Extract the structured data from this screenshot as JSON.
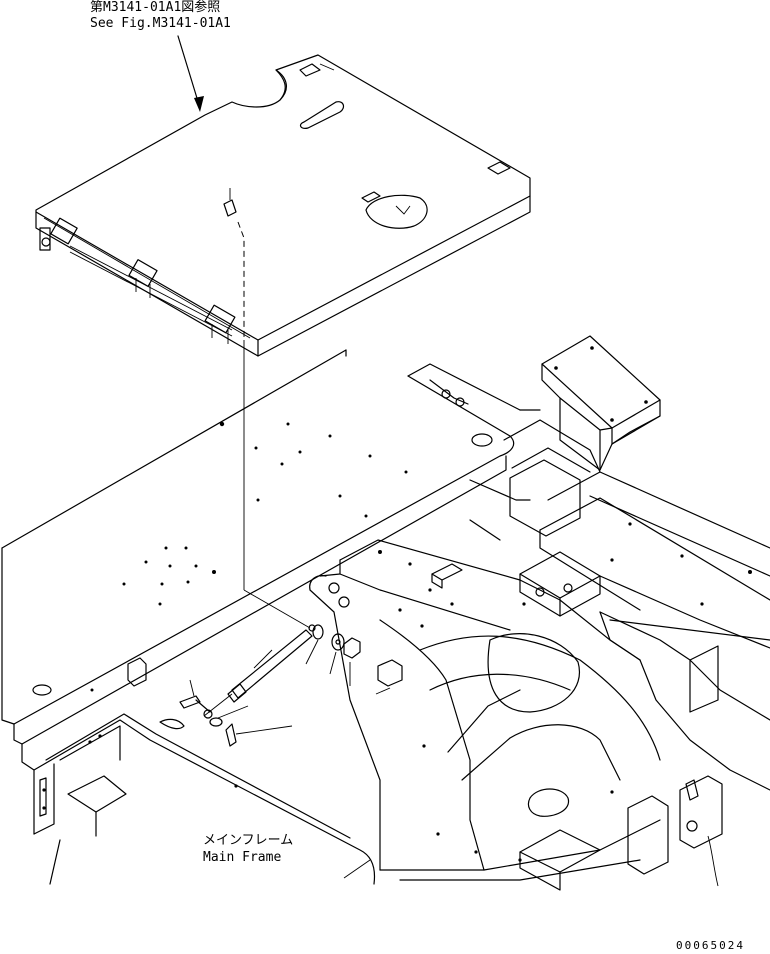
{
  "callout_ref": {
    "jp": "第M3141-01A1図参照",
    "en": "See Fig.M3141-01A1"
  },
  "main_frame": {
    "jp": "メインフレーム",
    "en": "Main Frame"
  },
  "drawing_number": "00065024"
}
